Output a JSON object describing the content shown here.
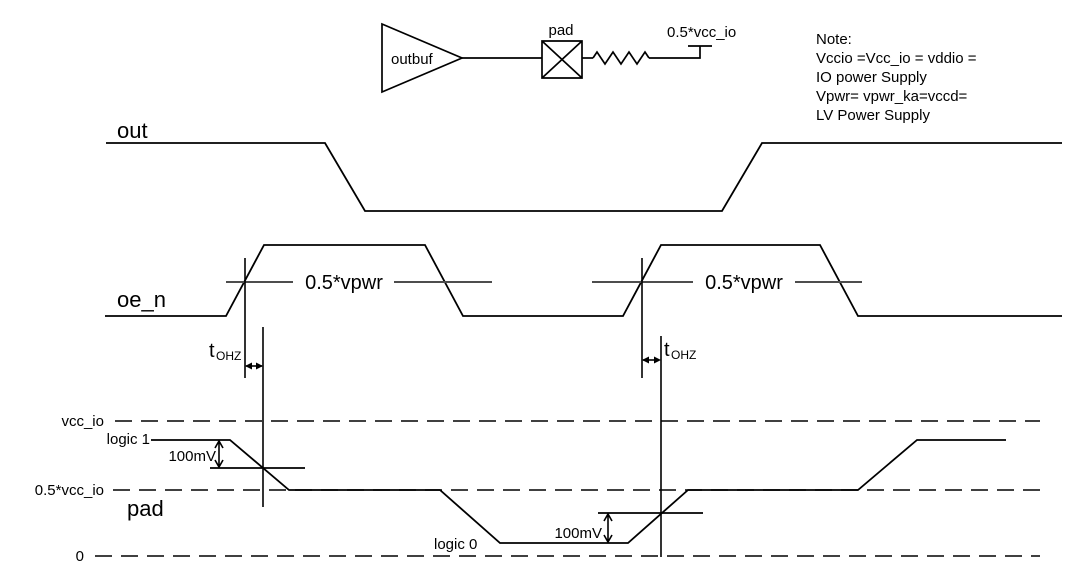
{
  "schematic": {
    "buffer_label": "outbuf",
    "pad_label": "pad",
    "termination_label": "0.5*vcc_io"
  },
  "note": {
    "lines": [
      "Note:",
      "Vccio =Vcc_io = vddio =",
      "IO power Supply",
      "Vpwr= vpwr_ka=vccd=",
      "LV Power Supply"
    ]
  },
  "waveforms": {
    "out": {
      "label": "out"
    },
    "oe_n": {
      "label": "oe_n",
      "threshold_1": "0.5*vpwr",
      "threshold_2": "0.5*vpwr"
    },
    "pad": {
      "label": "pad"
    }
  },
  "timing": {
    "t1": {
      "base": "t",
      "sub": "OHZ"
    },
    "t2": {
      "base": "t",
      "sub": "OHZ"
    }
  },
  "levels": {
    "vcc_io": "vcc_io",
    "logic_1": "logic 1",
    "delta_high": "100mV",
    "half_vcc_io": "0.5*vcc_io",
    "logic_0": "logic 0",
    "delta_low": "100mV",
    "zero": "0"
  },
  "colors": {
    "line": "#000000",
    "threshold": "#4d4d4d",
    "background": "#ffffff"
  }
}
